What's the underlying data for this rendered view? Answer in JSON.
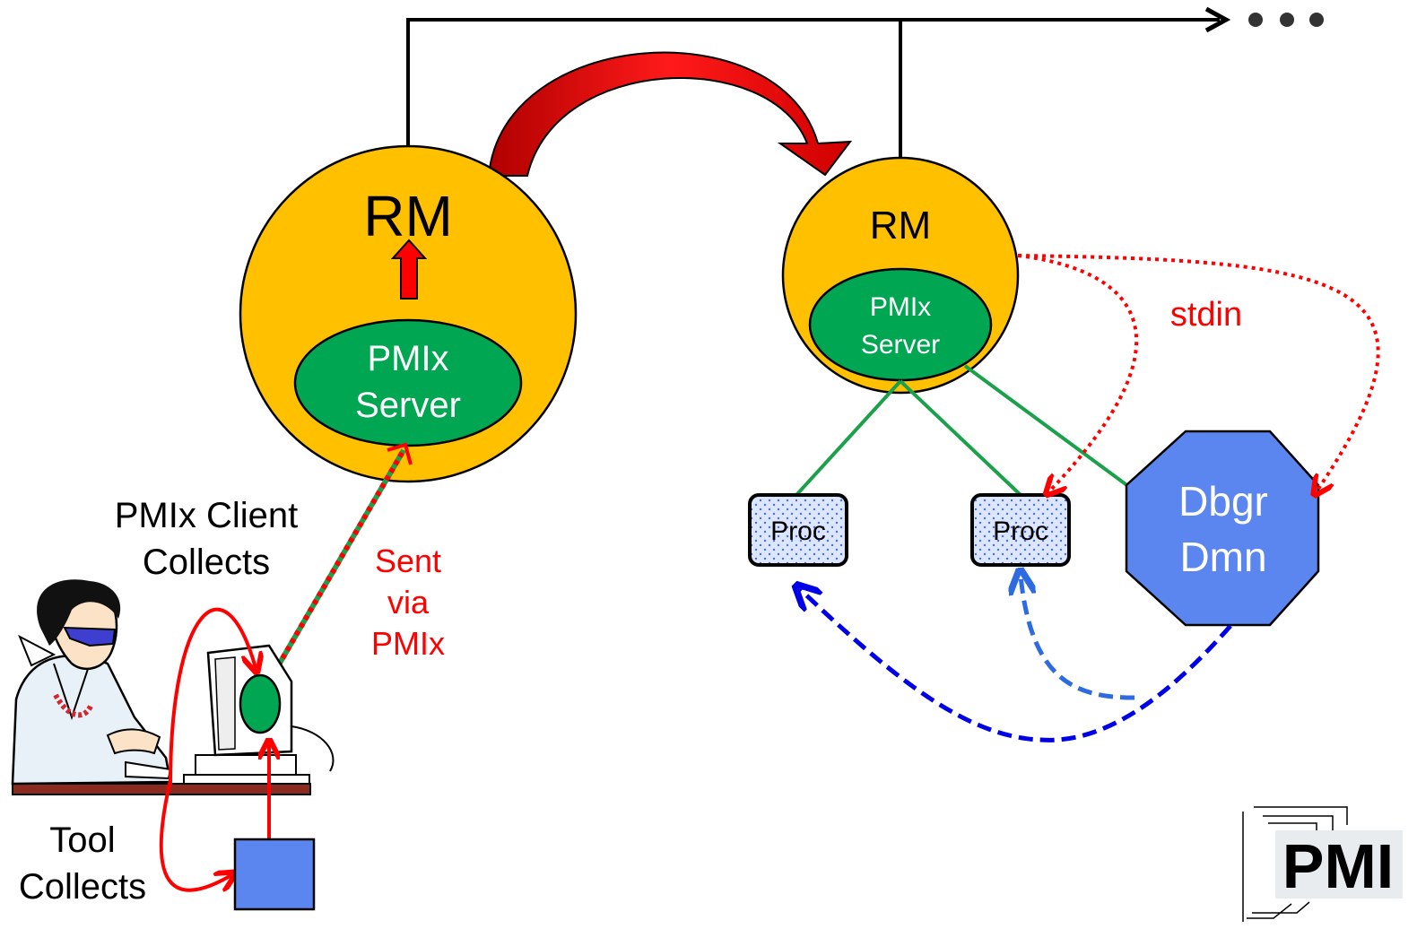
{
  "left_node": {
    "rm_label": "RM",
    "server_label_line1": "PMIx",
    "server_label_line2": "Server"
  },
  "right_node": {
    "rm_label": "RM",
    "server_label_line1": "PMIx",
    "server_label_line2": "Server"
  },
  "procs": [
    "Proc",
    "Proc"
  ],
  "debugger": {
    "line1": "Dbgr",
    "line2": "Dmn"
  },
  "labels": {
    "client_collects_line1": "PMIx Client",
    "client_collects_line2": "Collects",
    "tool_collects_line1": "Tool",
    "tool_collects_line2": "Collects",
    "sent_line1": "Sent",
    "sent_line2": "via",
    "sent_line3": "PMIx",
    "stdin": "stdin"
  },
  "logo": {
    "text": "PMI"
  },
  "colors": {
    "rm_fill": "#FFC000",
    "server_fill": "#00A651",
    "red": "#FF0000",
    "dark_red": "#C00000",
    "green_line": "#1BA04B",
    "blue": "#0000E6",
    "dbgr_fill": "#5B86F0",
    "box_fill": "#5B86F0",
    "black": "#000000"
  },
  "icons": [
    "user-at-computer-illustration",
    "ellipsis-dots-icon",
    "pmi-logo"
  ]
}
